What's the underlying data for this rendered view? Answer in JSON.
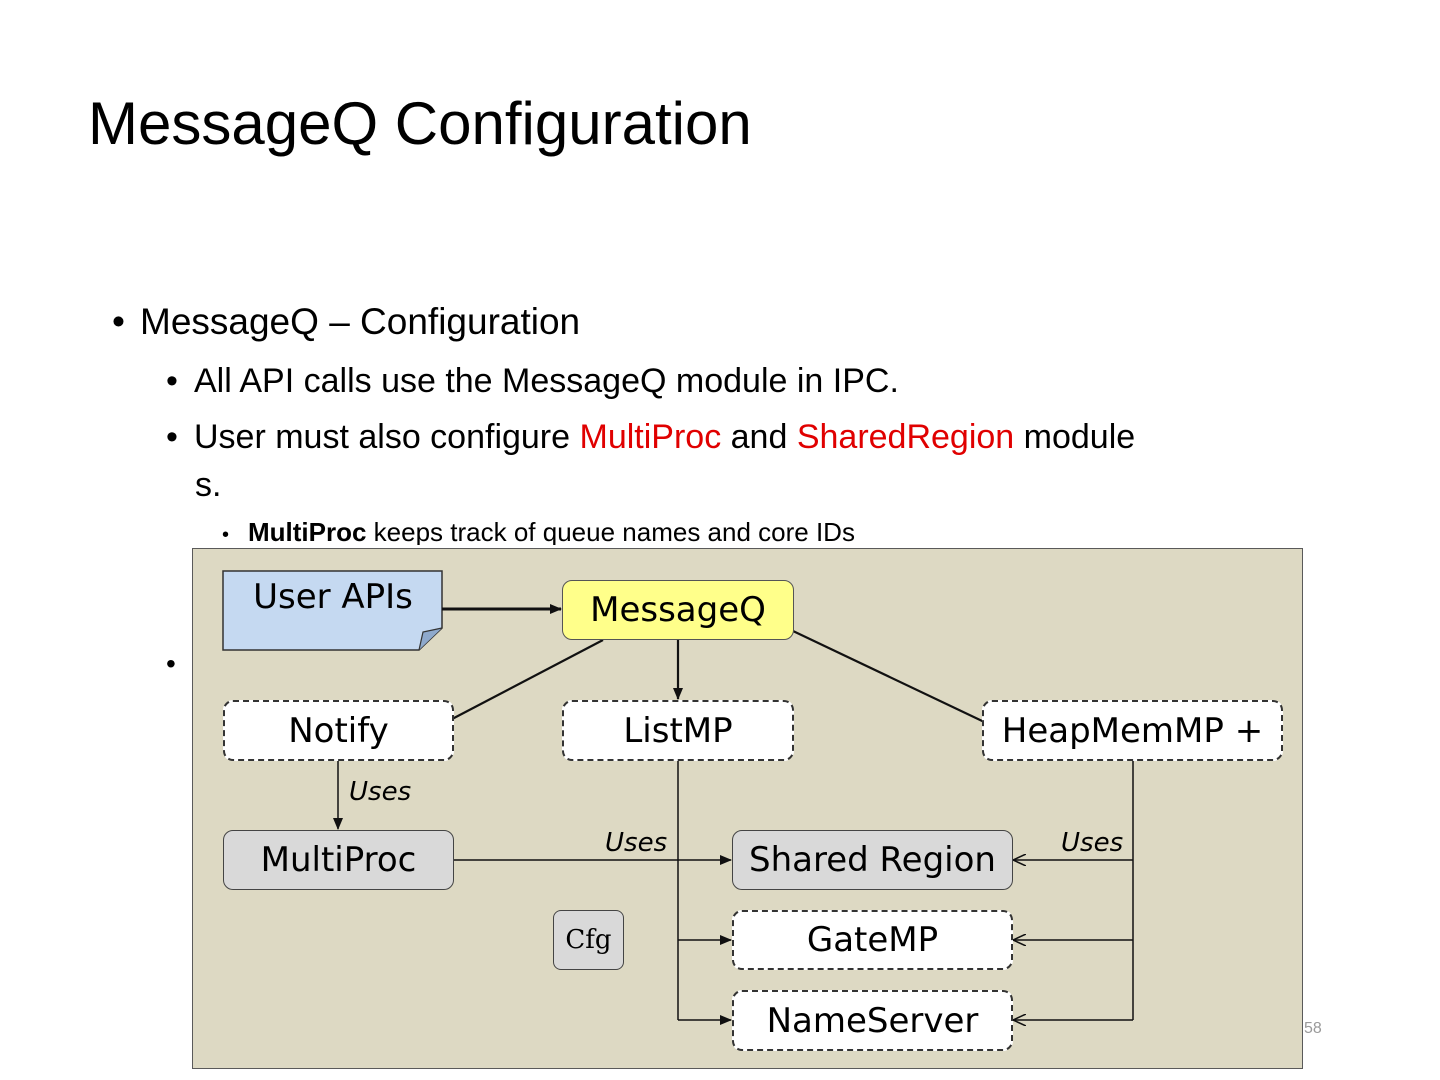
{
  "slide": {
    "title": "MessageQ Configuration",
    "page_number": "58"
  },
  "bullets": {
    "level1": "MessageQ – Configuration",
    "level2a": "All API calls use the MessageQ module in IPC.",
    "level2b_pre": "User must also configure ",
    "level2b_red1": "MultiProc",
    "level2b_mid": " and ",
    "level2b_red2": "SharedRegion",
    "level2b_post": " module",
    "level2b_cont": "s.",
    "level3a_bold": "MultiProc",
    "level3a_rest": " keeps track of queue names and core IDs"
  },
  "diagram": {
    "user_apis": "User APIs",
    "messageq": "MessageQ",
    "notify": "Notify",
    "listmp": "ListMP",
    "heapmemmp": "HeapMemMP +",
    "multiproc": "MultiProc",
    "shared_region": "Shared Region",
    "gatemp": "GateMP",
    "nameserver": "NameServer",
    "cfg": "Cfg",
    "uses_label": "Uses"
  },
  "colors": {
    "accent_red": "#e00000",
    "diagram_bg": "#ddd9c3",
    "user_apis_fill": "#c5d9f1",
    "messageq_fill": "#ffff8a",
    "gray_box_fill": "#d9d9d9"
  }
}
